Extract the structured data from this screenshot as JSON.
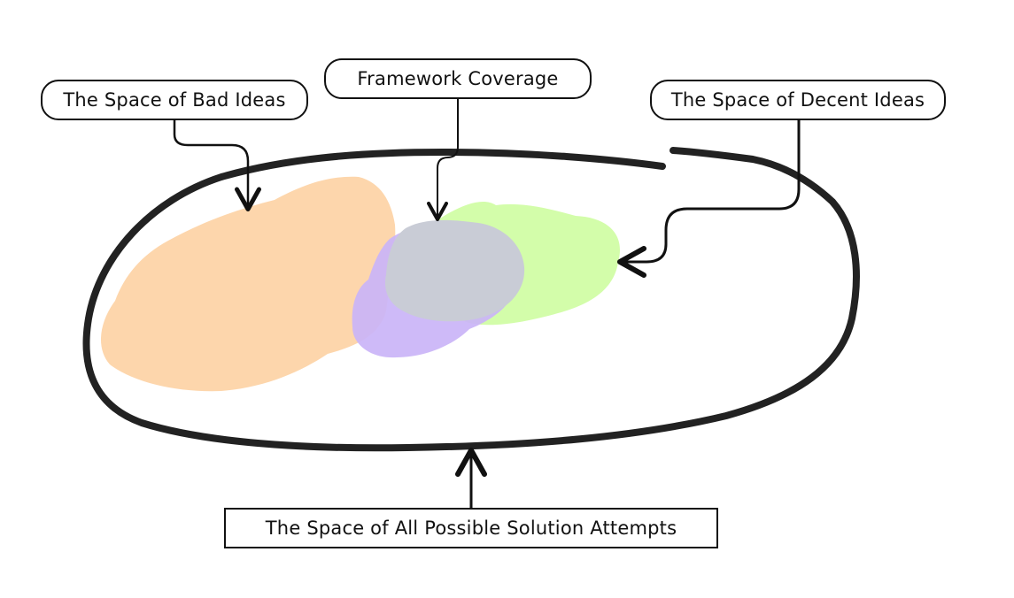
{
  "labels": {
    "bad_ideas": "The Space of Bad Ideas",
    "framework_coverage": "Framework Coverage",
    "decent_ideas": "The Space of Decent Ideas",
    "all_attempts": "The Space of All Possible Solution Attempts"
  },
  "colors": {
    "outline": "#222222",
    "bad_region": "#fdd6ac",
    "decent_region": "#d3fdaa",
    "framework_region": "#cab4f7",
    "overlap_region": "#c9ccd6",
    "arrow": "#111111"
  }
}
